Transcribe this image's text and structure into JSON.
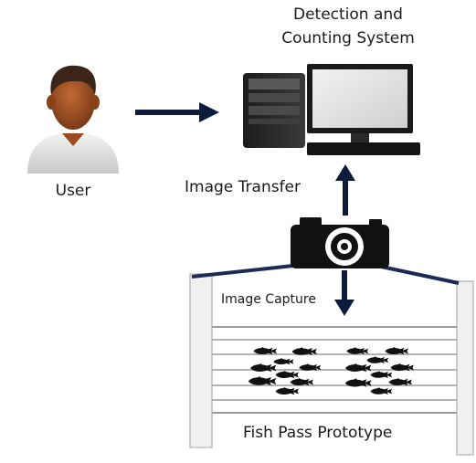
{
  "title": {
    "line1": "Detection and",
    "line2": "Counting System"
  },
  "nodes": {
    "user": "User",
    "image_transfer": "Image Transfer",
    "image_capture": "Image Capture",
    "fish_pass": "Fish Pass Prototype"
  },
  "icons": {
    "user": "user-avatar-icon",
    "computer": "desktop-computer-icon",
    "camera": "camera-icon",
    "fish": "fish-icon"
  },
  "colors": {
    "arrow": "#0d1b3d",
    "text": "#1a1a1a",
    "skin": "#a7562a",
    "hair": "#3b2418",
    "shirt": "#e4e4e4"
  }
}
